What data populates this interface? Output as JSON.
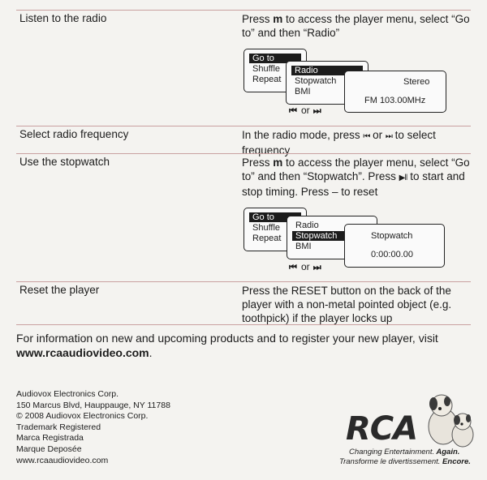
{
  "rows": [
    {
      "task": "Listen to the radio",
      "instruction_parts": [
        "Press ",
        "m",
        " to access the player menu, select “Go to” and then “Radio”"
      ]
    },
    {
      "task": "Select radio frequency",
      "instruction_parts": [
        "In the radio mode, press ",
        "⏮",
        " or ",
        "⏭",
        " to select frequency"
      ]
    },
    {
      "task": "Use the stopwatch",
      "instruction_parts": [
        "Press ",
        "m",
        " to access the player menu, select “Go to” and then “Stopwatch”. Press ",
        "▶‖",
        " to start and stop timing. Press – to reset"
      ]
    },
    {
      "task": "Reset the player",
      "instruction_parts": [
        "Press the RESET button on the back of the player with a non-metal pointed object (e.g. toothpick) if the player locks up"
      ]
    }
  ],
  "diagram_radio": {
    "menu1": [
      "Go to",
      "Shuffle",
      "Repeat"
    ],
    "menu2": [
      "Radio",
      "Stopwatch",
      "BMI"
    ],
    "screen_line1": "Stereo",
    "screen_line2": "FM 103.00MHz",
    "nav_or": "or"
  },
  "diagram_stopwatch": {
    "menu1": [
      "Go to",
      "Shuffle",
      "Repeat"
    ],
    "menu2": [
      "Radio",
      "Stopwatch",
      "BMI"
    ],
    "screen_line1": "Stopwatch",
    "screen_line2": "0:00:00.00",
    "nav_or": "or"
  },
  "footer": {
    "info_text": "For information on new and upcoming products and to register your new player, visit ",
    "url": "www.rcaaudiovideo.com",
    "info_end": "."
  },
  "address": [
    "Audiovox Electronics Corp.",
    "150 Marcus Blvd, Hauppauge, NY 11788",
    "© 2008 Audiovox Electronics Corp.",
    "Trademark Registered",
    "Marca Registrada",
    "Marque Deposée",
    "www.rcaaudiovideo.com"
  ],
  "brand": {
    "logo": "RCA",
    "tagline_en_plain": "Changing Entertainment.",
    "tagline_en_bold": " Again.",
    "tagline_fr_plain": "Transforme le divertissement.",
    "tagline_fr_bold": " Encore."
  }
}
